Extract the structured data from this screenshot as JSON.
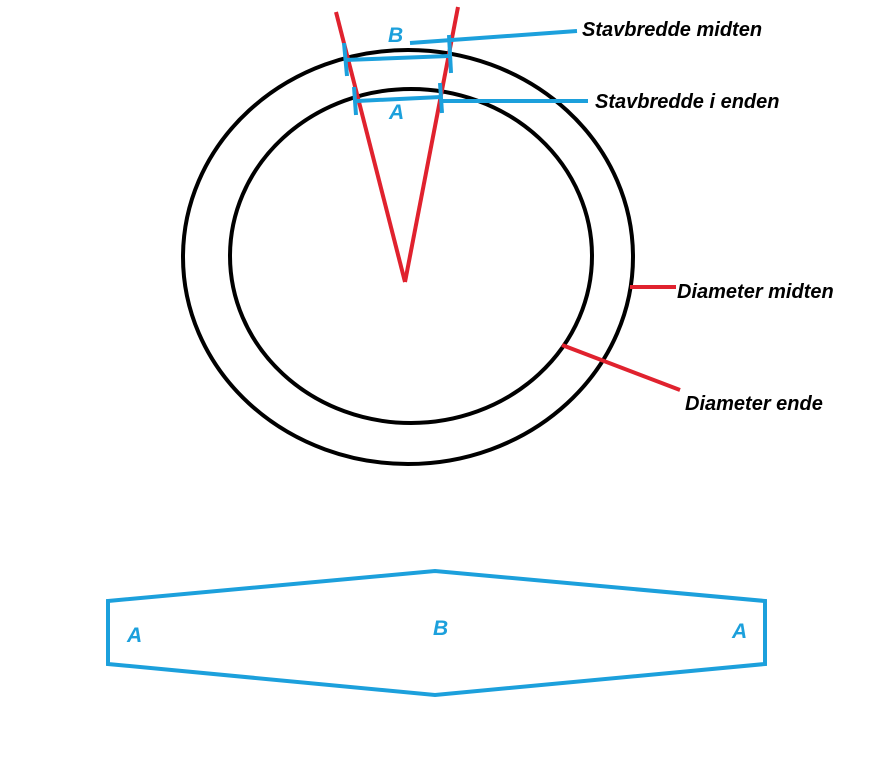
{
  "labels": {
    "stavbredde_midten": "Stavbredde midten",
    "stavbredde_enden": "Stavbredde i enden",
    "diameter_midten": "Diameter midten",
    "diameter_ende": "Diameter ende",
    "marker_b_top": "B",
    "marker_a_top": "A",
    "stave_a_left": "A",
    "stave_b_center": "B",
    "stave_a_right": "A"
  },
  "colors": {
    "circle": "#000000",
    "red": "#e0222e",
    "blue": "#1ca0dc",
    "text": "#000000"
  }
}
